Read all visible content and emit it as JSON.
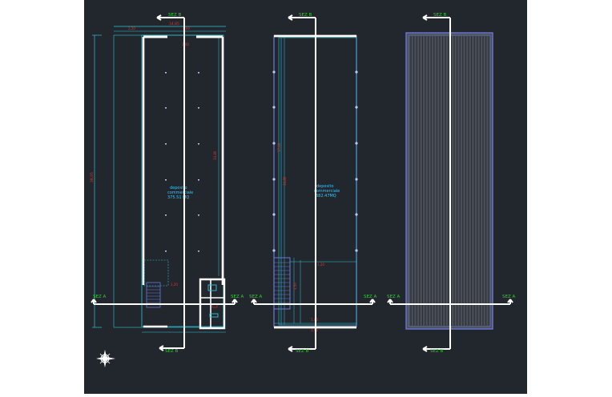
{
  "drawing": {
    "background": "#22272e",
    "colors": {
      "wall": "#ffffff",
      "dimension": "#2ec4d6",
      "dimension_text": "#e0342a",
      "section_text": "#33cc33",
      "room_text": "#33c6ff",
      "roof_fill": "#4a4f57",
      "roof_border": "#6b79d6",
      "grid_marker": "#bfc6ff"
    },
    "sections": {
      "sez_a": "SEZ A",
      "sez_b": "SEZ B"
    },
    "plans": [
      {
        "id": "ground-floor",
        "room_lines": [
          "deposito",
          "commerciale",
          "375.51 MQ"
        ]
      },
      {
        "id": "first-floor",
        "room_lines": [
          "deposito",
          "commerciale",
          "382.47MQ"
        ]
      },
      {
        "id": "roof"
      }
    ],
    "icons": {
      "north": "compass-icon"
    }
  }
}
